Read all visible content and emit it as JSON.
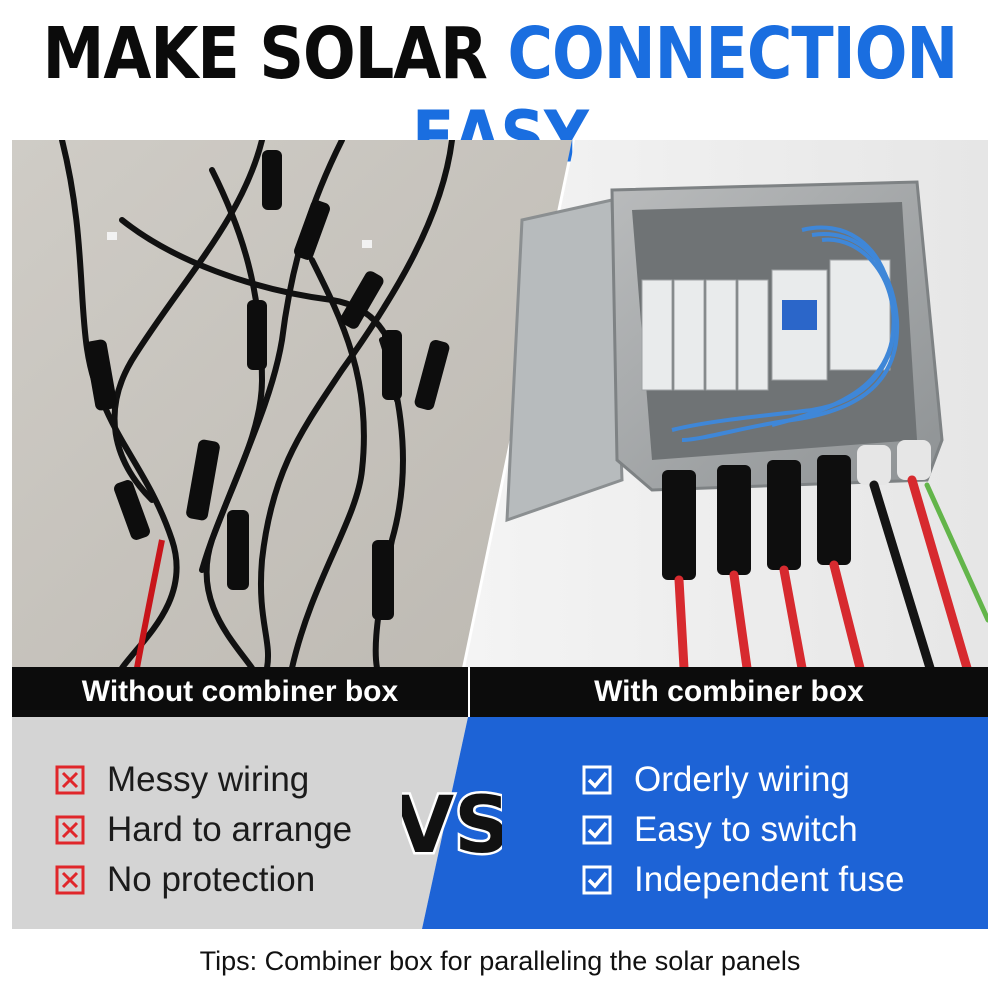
{
  "header": {
    "title_part1": "MAKE SOLAR",
    "title_part2": "CONNECTION EASY"
  },
  "left": {
    "label": "Without combiner box",
    "items": [
      {
        "text": "Messy wiring",
        "icon": "x-box-icon"
      },
      {
        "text": "Hard to arrange",
        "icon": "x-box-icon"
      },
      {
        "text": "No protection",
        "icon": "x-box-icon"
      }
    ]
  },
  "right": {
    "label": "With combiner box",
    "items": [
      {
        "text": "Orderly wiring",
        "icon": "check-box-icon"
      },
      {
        "text": "Easy to switch",
        "icon": "check-box-icon"
      },
      {
        "text": "Independent fuse",
        "icon": "check-box-icon"
      }
    ]
  },
  "vs_text": "VS",
  "footer": {
    "tips": "Tips: Combiner box for paralleling the solar panels"
  },
  "colors": {
    "accent_blue": "#1a6ee0",
    "panel_blue": "#1d63d6",
    "panel_grey": "#d4d4d4",
    "cross_red": "#e0262a",
    "label_bar": "#0c0c0c"
  }
}
